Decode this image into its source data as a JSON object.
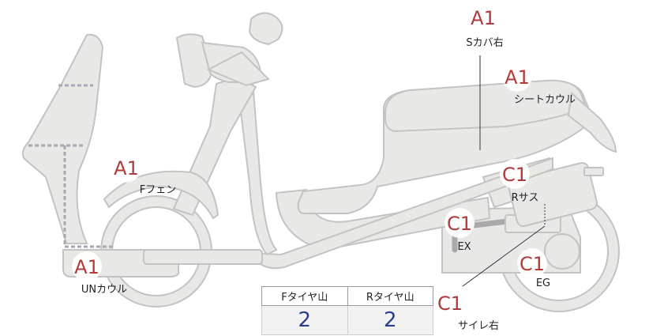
{
  "parts": [
    {
      "id": "s-cover-right",
      "grade": "A1",
      "label": "Sカバ右"
    },
    {
      "id": "seat-cowl",
      "grade": "A1",
      "label": "シートカウル"
    },
    {
      "id": "front-fender",
      "grade": "A1",
      "label": "Fフェン"
    },
    {
      "id": "rear-suspension",
      "grade": "C1",
      "label": "Rサス"
    },
    {
      "id": "exhaust",
      "grade": "C1",
      "label": "EX"
    },
    {
      "id": "engine",
      "grade": "C1",
      "label": "EG"
    },
    {
      "id": "under-cowl",
      "grade": "A1",
      "label": "UNカウル"
    },
    {
      "id": "muffler-right",
      "grade": "C1",
      "label": "サイレ右"
    }
  ],
  "tire_tread": {
    "headers": [
      "Fタイヤ山",
      "Rタイヤ山"
    ],
    "values": [
      "2",
      "2"
    ]
  },
  "colors": {
    "grade": "#b23a3a",
    "tread_value": "#2b3d8c",
    "body_fill": "#e8e8e6",
    "body_stroke": "#c3c3c1"
  }
}
